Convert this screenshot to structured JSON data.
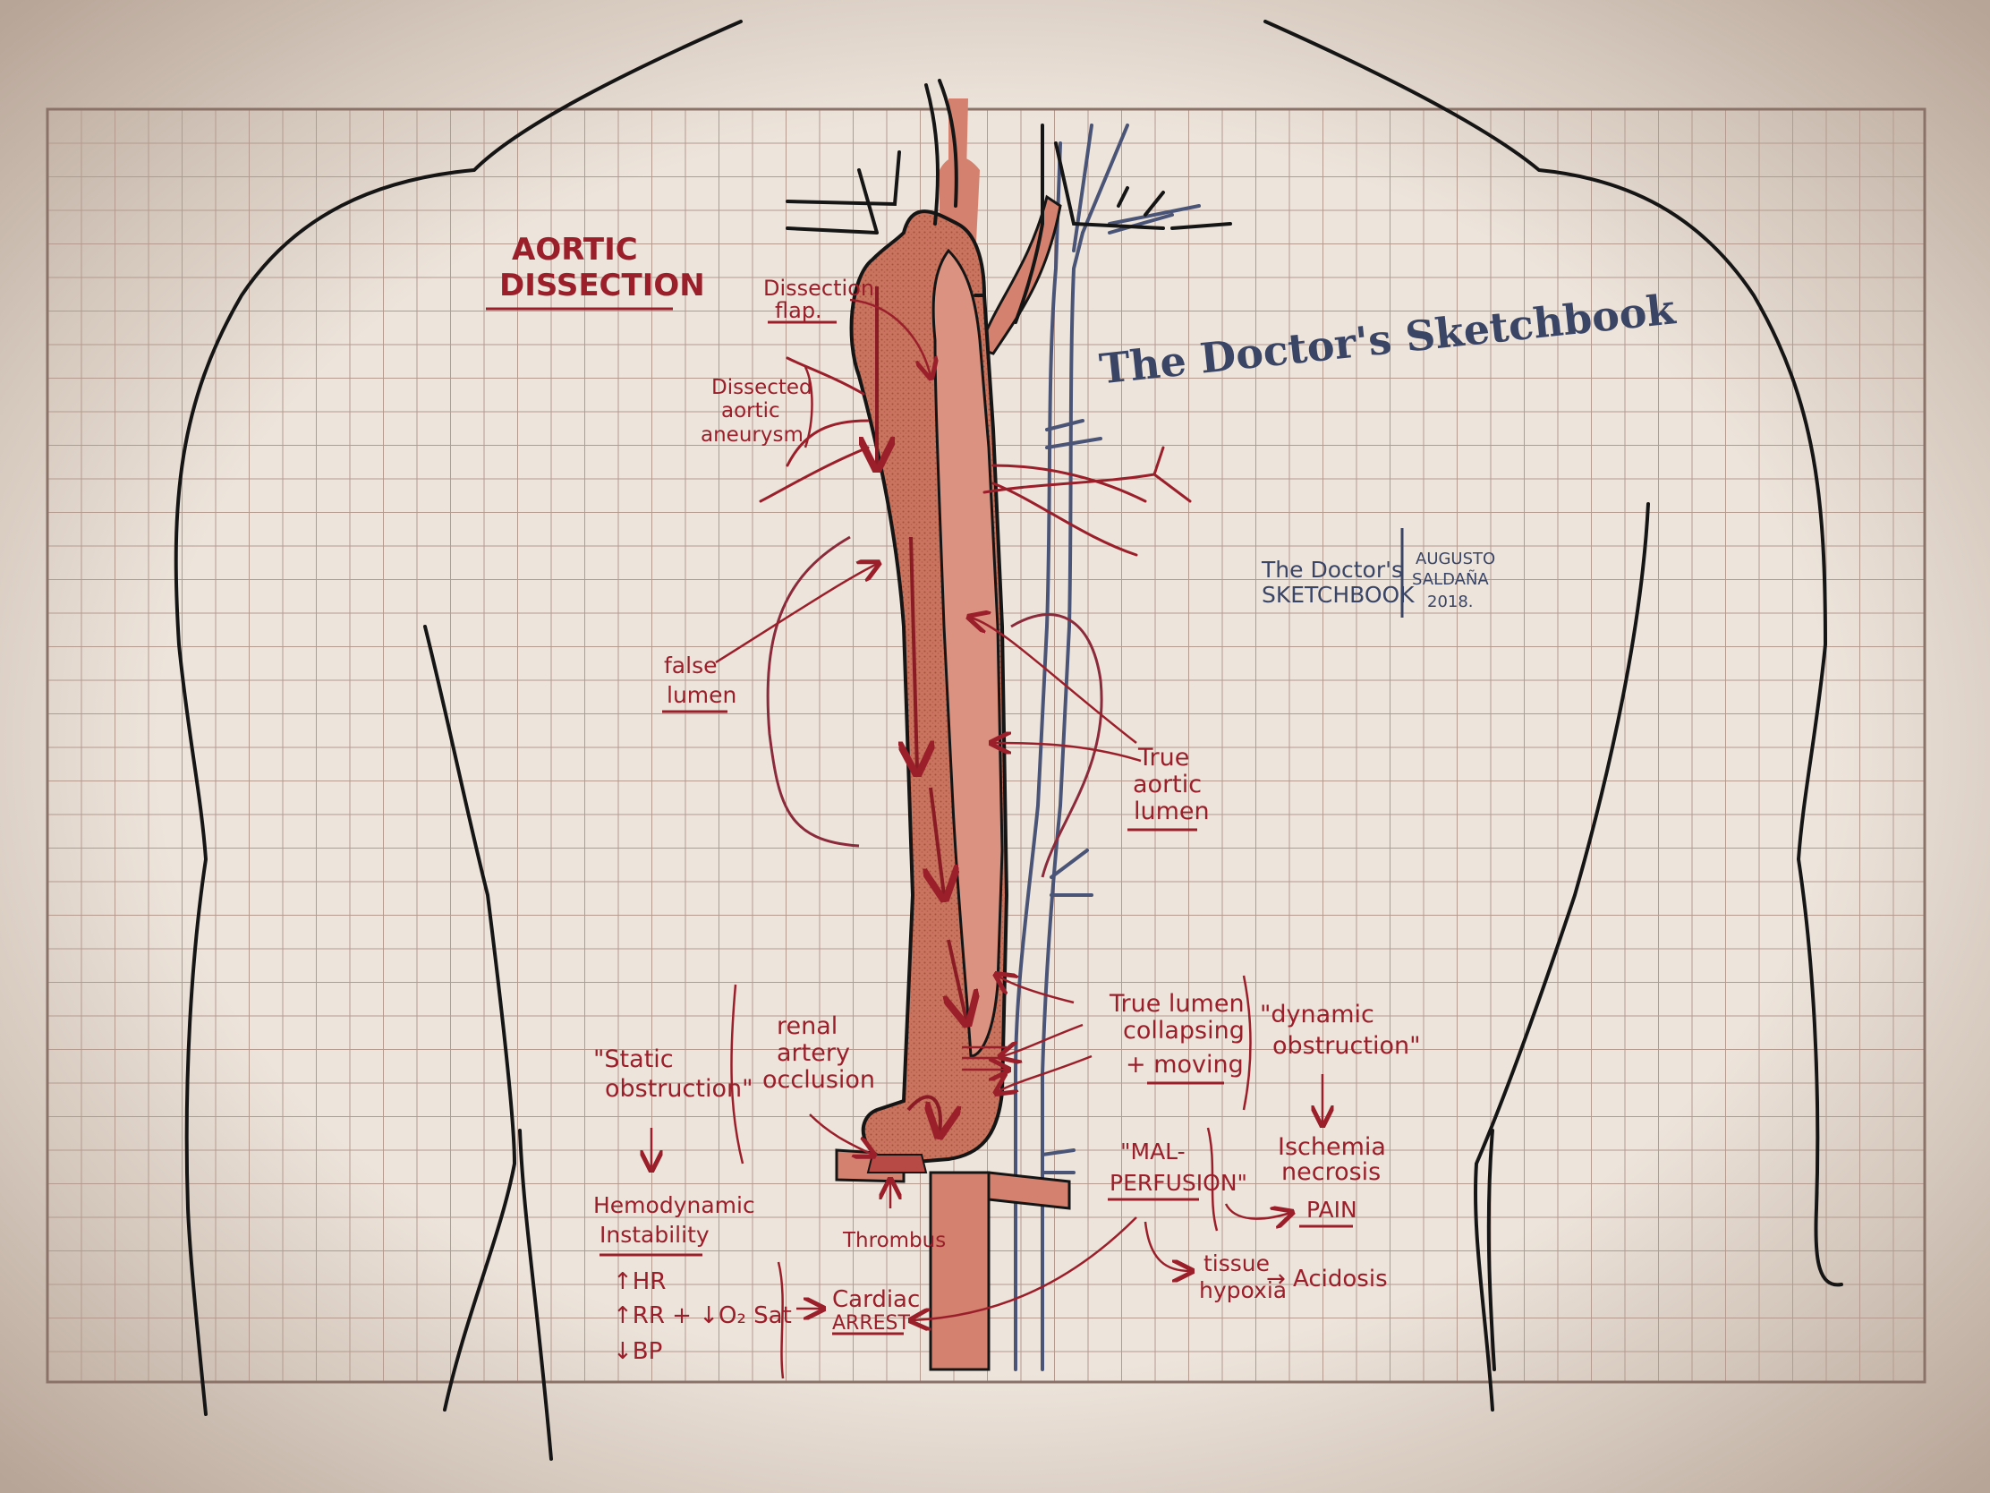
{
  "colors": {
    "paper": "#ede4db",
    "grid": "#b59a8f",
    "ink_red": "#9a1f2a",
    "ink_blue": "#3a4566",
    "aorta": "#d4826f",
    "vein": "#4a5476",
    "body_outline": "#151515"
  },
  "title": {
    "line1": "AORTIC",
    "line2": "DISSECTION"
  },
  "brand": {
    "headline": "The Doctor's Sketchbook",
    "signature_left_1": "The Doctor's",
    "signature_left_2": "SKETCHBOOK",
    "signature_right_1": "AUGUSTO",
    "signature_right_2": "SALDAÑA",
    "signature_right_3": "2018."
  },
  "labels": {
    "dissection_flap_1": "Dissection",
    "dissection_flap_2": "flap.",
    "aneurysm_1": "Dissected",
    "aneurysm_2": "aortic",
    "aneurysm_3": "aneurysm",
    "false_lumen_1": "false",
    "false_lumen_2": "lumen",
    "true_lumen_1": "True",
    "true_lumen_2": "aortic",
    "true_lumen_3": "lumen",
    "renal_1": "renal",
    "renal_2": "artery",
    "renal_3": "occlusion",
    "static_1": "\"Static",
    "static_2": "obstruction\"",
    "collapsing_1": "True lumen",
    "collapsing_2": "collapsing",
    "collapsing_3": "+ moving",
    "dynamic_1": "\"dynamic",
    "dynamic_2": "obstruction\"",
    "ischemia_1": "Ischemia",
    "ischemia_2": "necrosis",
    "pain": "PAIN",
    "malperfusion_1": "\"MAL-",
    "malperfusion_2": "PERFUSION\"",
    "hemo_1": "Hemodynamic",
    "hemo_2": "Instability",
    "thrombus": "Thrombus",
    "hr": "↑HR",
    "rr": "↑RR + ↓O₂ Sat",
    "bp": "↓BP",
    "cardiac_1": "Cardiac",
    "cardiac_2": "ARREST",
    "tissue_1": "tissue",
    "tissue_2": "hypoxia",
    "acidosis": "→ Acidosis"
  }
}
